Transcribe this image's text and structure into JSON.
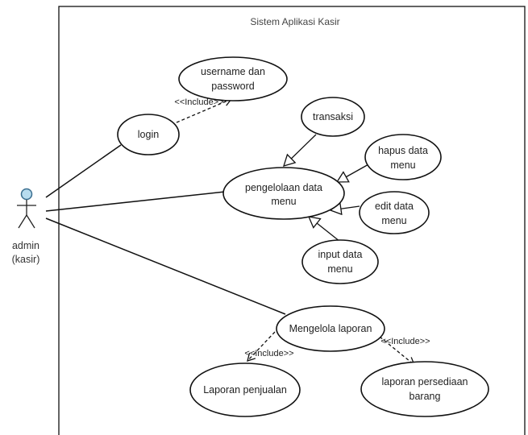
{
  "system": {
    "title": "Sistem Aplikasi Kasir"
  },
  "actor": {
    "name_line1": "admin",
    "name_line2": "(kasir)",
    "icon": "stick-figure-actor-icon"
  },
  "use_cases": {
    "login": {
      "line1": "login"
    },
    "username_password": {
      "line1": "username dan",
      "line2": "password"
    },
    "pengelolaan": {
      "line1": "pengelolaan data",
      "line2": "menu"
    },
    "transaksi": {
      "line1": "transaksi"
    },
    "hapus": {
      "line1": "hapus data",
      "line2": "menu"
    },
    "edit": {
      "line1": "edit data",
      "line2": "menu"
    },
    "input": {
      "line1": "input data",
      "line2": "menu"
    },
    "mengelola": {
      "line1": "Mengelola laporan"
    },
    "laporan_penjualan": {
      "line1": "Laporan penjualan"
    },
    "laporan_persediaan": {
      "line1": "laporan persediaan",
      "line2": "barang"
    }
  },
  "relations": {
    "include_login": "<<Include>>",
    "include_penjualan": "<<Include>>",
    "include_persediaan": "<<Include>>"
  },
  "colors": {
    "actor_head_fill": "#b7dcef",
    "actor_head_stroke": "#3a6e8f",
    "line": "#111111",
    "boundary": "#111111"
  }
}
